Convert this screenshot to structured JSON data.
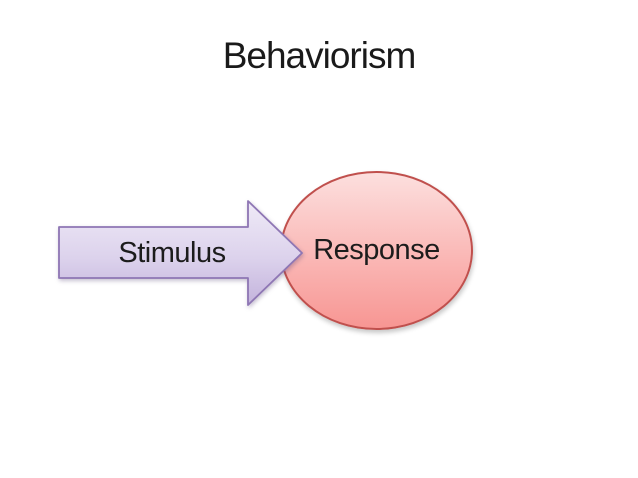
{
  "slide": {
    "title": "Behaviorism",
    "diagram": {
      "stimulus_label": "Stimulus",
      "response_label": "Response"
    },
    "colors": {
      "background": "#ffffff",
      "title_text": "#1a1a1a",
      "label_text": "#1c1c1c",
      "arrow_fill_top": "#efeaf7",
      "arrow_fill_mid": "#dcd2ec",
      "arrow_fill_bottom": "#c3b3dc",
      "arrow_border": "#8e76b4",
      "ellipse_fill_top": "#fcdfde",
      "ellipse_fill_mid": "#fab7b5",
      "ellipse_fill_bottom": "#f79693",
      "ellipse_border": "#c0504d"
    }
  }
}
